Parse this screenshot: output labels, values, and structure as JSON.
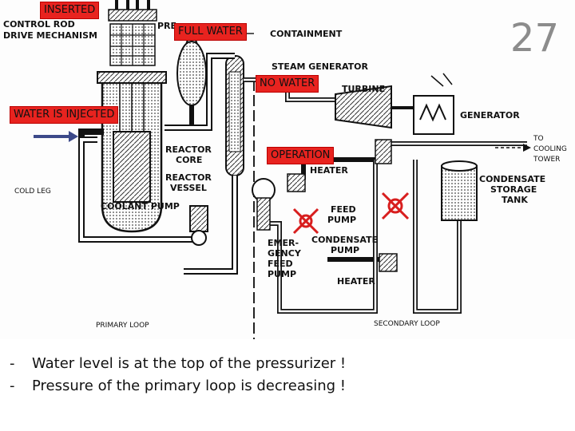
{
  "slide_number": "27",
  "callouts": {
    "inserted": "INSERTED",
    "full_water": "FULL WATER",
    "no_water": "NO WATER",
    "water_injected": "WATER IS INJECTED",
    "operation": "OPERATION"
  },
  "diagram_labels": {
    "control_rod_line1": "CONTROL ROD",
    "control_rod_line2": "DRIVE MECHANISM",
    "pressurizer_fragment": "PRE",
    "containment": "CONTAINMENT",
    "steam_generator": "STEAM GENERATOR",
    "turbine": "TURBINE",
    "generator": "GENERATOR",
    "to_cooling_tower": [
      "TO",
      "COOLING",
      "TOWER"
    ],
    "reactor_core": [
      "REACTOR",
      "CORE"
    ],
    "reactor_vessel": [
      "REACTOR",
      "VESSEL"
    ],
    "heater_top": "HEATER",
    "cold_leg": "COLD LEG",
    "condensate_storage_tank": [
      "CONDENSATE",
      "STORAGE",
      "TANK"
    ],
    "feed_pump": [
      "FEED",
      "PUMP"
    ],
    "coolant_pump": "COOLANT PUMP",
    "emergency_feed_pump": [
      "EMER-",
      "GENCY",
      "FEED",
      "PUMP"
    ],
    "condensate_pump": [
      "CONDENSATE",
      "PUMP"
    ],
    "heater_bottom": "HEATER",
    "primary_loop": "PRIMARY LOOP",
    "secondary_loop": "SECONDARY LOOP"
  },
  "bullets": [
    {
      "dash": "-",
      "text": "Water level is at the top of the pressurizer !"
    },
    {
      "dash": "-",
      "text": "Pressure of the primary loop is decreasing !"
    }
  ],
  "colors": {
    "callout_bg": "#e8231f",
    "marker": "#d81e1e",
    "arrow": "#3d4a8a",
    "slide_number": "#8c8c8c"
  }
}
